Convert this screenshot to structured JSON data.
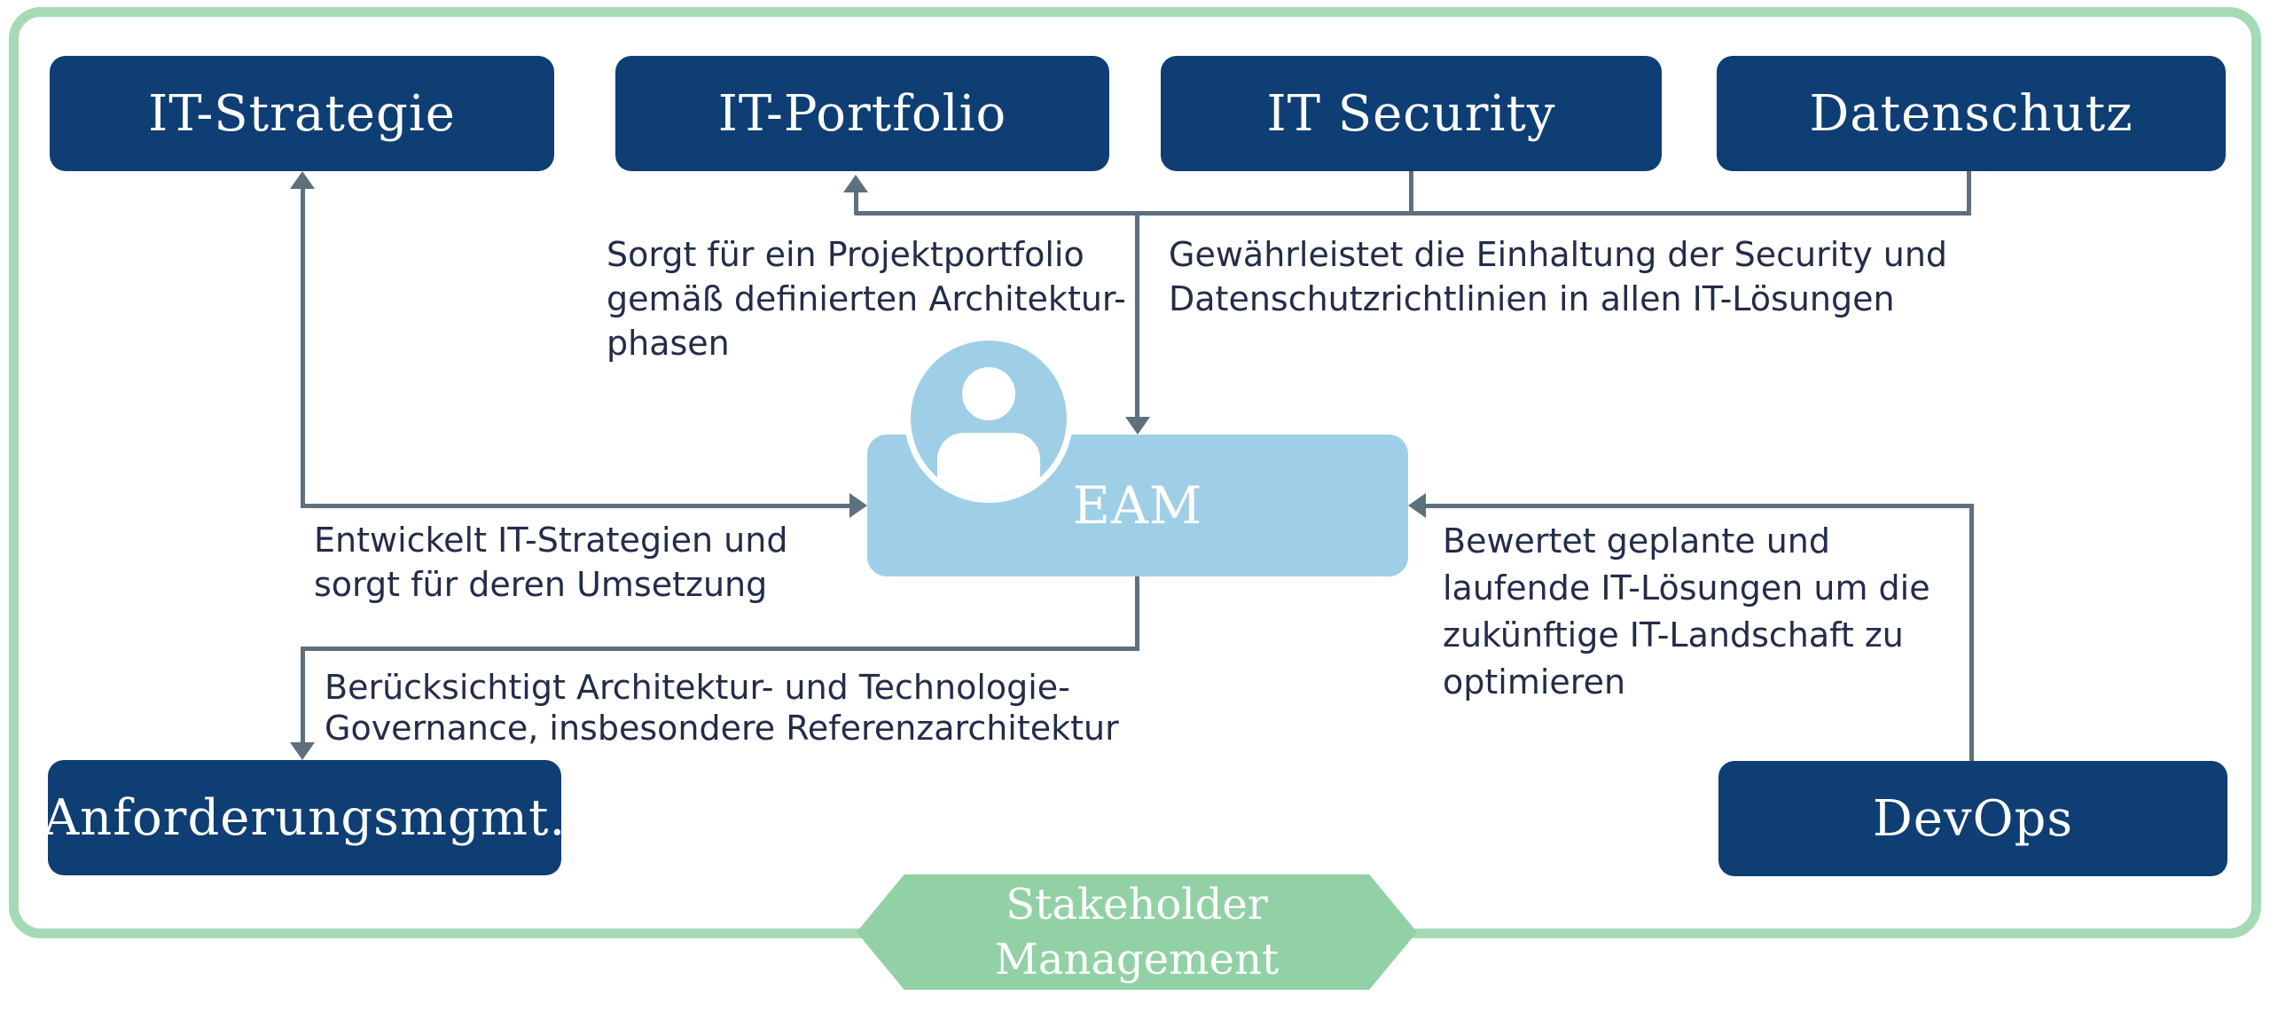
{
  "diagram": {
    "nodes": {
      "it_strategie": "IT-Strategie",
      "it_portfolio": "IT-Portfolio",
      "it_security": "IT Security",
      "datenschutz": "Datenschutz",
      "eam": "EAM",
      "anforderungsmgmt": "Anforderungsmgmt.",
      "devops": "DevOps"
    },
    "stakeholder": {
      "lines": [
        "Stakeholder",
        "Management"
      ]
    },
    "annotations": {
      "portfolio": {
        "lines": [
          "Sorgt für ein Projektportfolio",
          "gemäß definierten Architektur-",
          "phasen"
        ]
      },
      "security": {
        "lines": [
          "Gewährleistet die Einhaltung der Security und",
          "Datenschutzrichtlinien in allen IT-Lösungen"
        ]
      },
      "strategie": {
        "lines": [
          "Entwickelt IT-Strategien und",
          "sorgt für deren Umsetzung"
        ]
      },
      "governance": {
        "lines": [
          "Berücksichtigt Architektur- und Technologie-",
          "Governance, insbesondere Referenzarchitektur"
        ]
      },
      "devops": {
        "lines": [
          "Bewertet geplante und",
          "laufende IT-Lösungen um die",
          "zukünftige IT-Landschaft zu",
          "optimieren"
        ]
      }
    },
    "icons": {
      "person": "person-icon"
    },
    "colors": {
      "node_blue": "#0E3E73",
      "eam_blue": "#9FCFE6",
      "hex_green": "#92D1A5",
      "frame_green": "#A6DAB5",
      "line_gray": "#5E6F7E",
      "text_navy": "#232C49"
    }
  }
}
